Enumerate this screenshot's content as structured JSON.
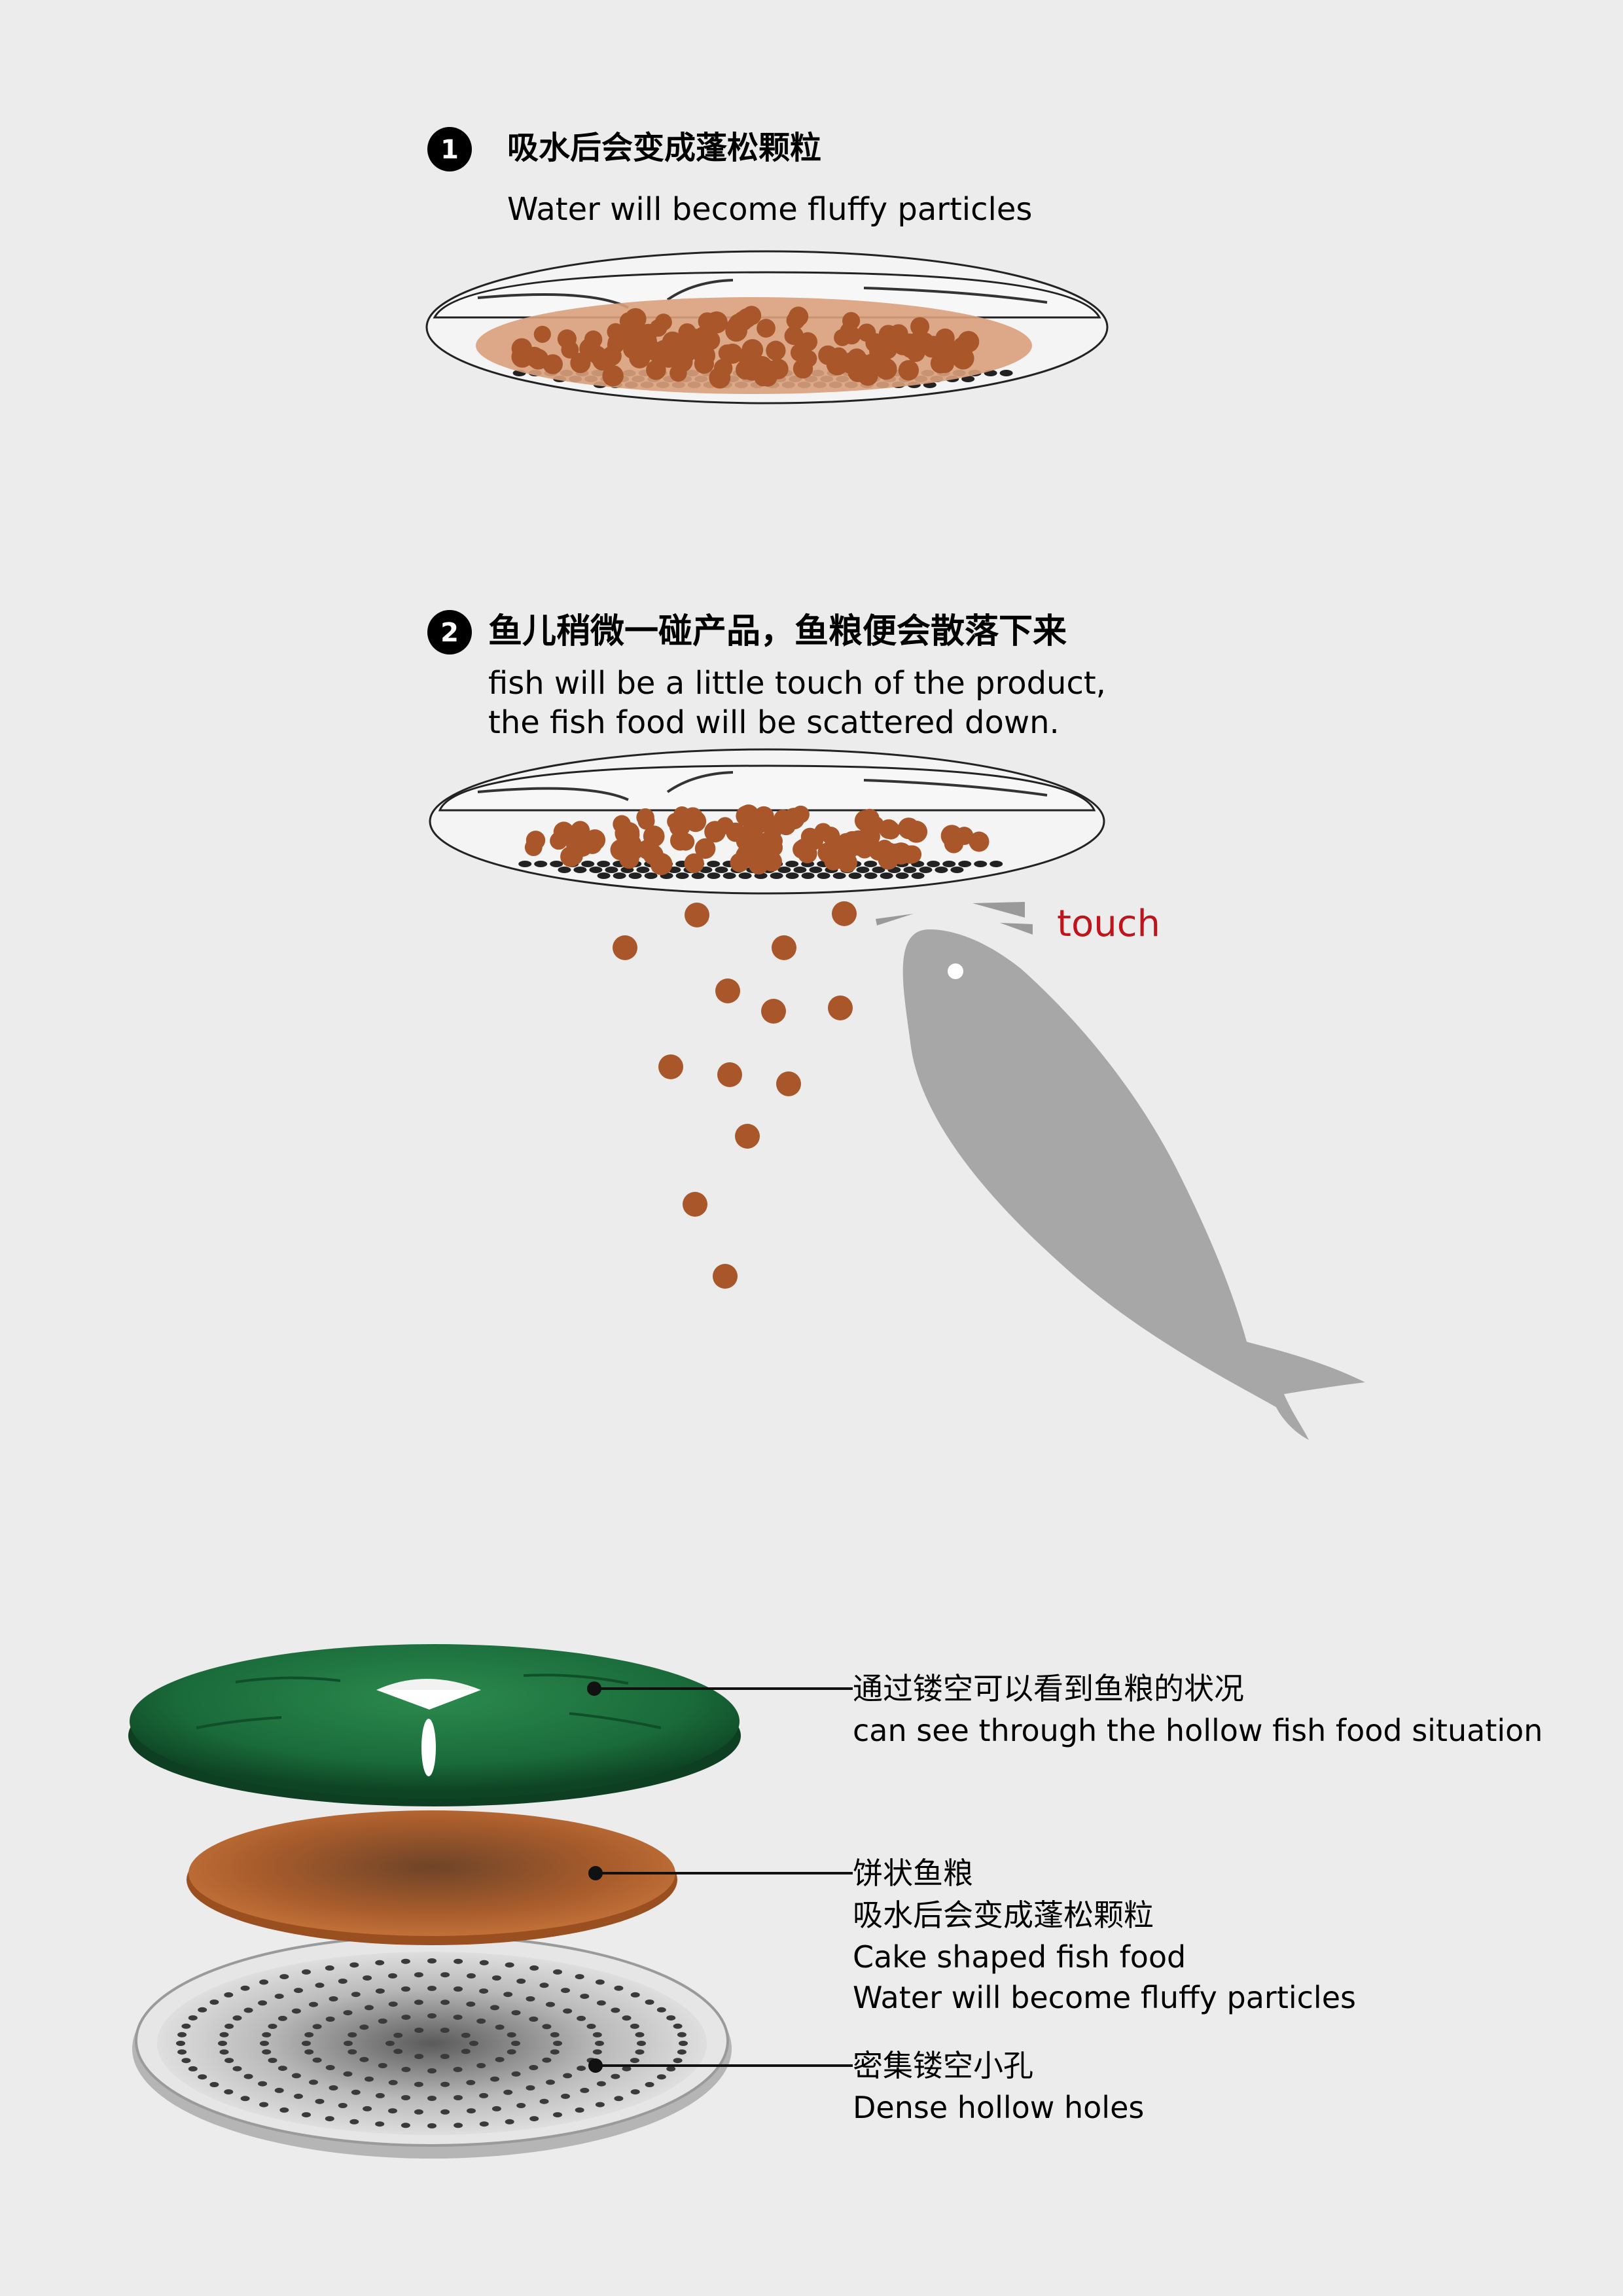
{
  "steps": [
    {
      "number": "1",
      "title_cn": "吸水后会变成蓬松颗粒",
      "title_en": "Water will become fluffy particles"
    },
    {
      "number": "2",
      "title_cn": "鱼儿稍微一碰产品，鱼粮便会散落下来",
      "title_en_line1": "fish will be a little touch of the product,",
      "title_en_line2": "the fish food will be scattered down."
    }
  ],
  "touch_label": "touch",
  "callouts": {
    "lid": {
      "cn": "通过镂空可以看到鱼粮的状况",
      "en": "can see through the hollow fish food situation"
    },
    "food": {
      "cn": "饼状鱼粮",
      "cn2": "吸水后会变成蓬松颗粒",
      "en": "Cake shaped fish food",
      "en2": "Water will become fluffy particles"
    },
    "base": {
      "cn": "密集镂空小孔",
      "en": "Dense hollow holes"
    }
  },
  "colors": {
    "background": "#ececec",
    "food_brown": "#a9572a",
    "food_light": "#d9a07c",
    "lid_green": "#1a6b3a",
    "fish_gray": "#a7a7a7",
    "touch_red": "#c0141c",
    "base_silver": "#c8c8c8"
  }
}
